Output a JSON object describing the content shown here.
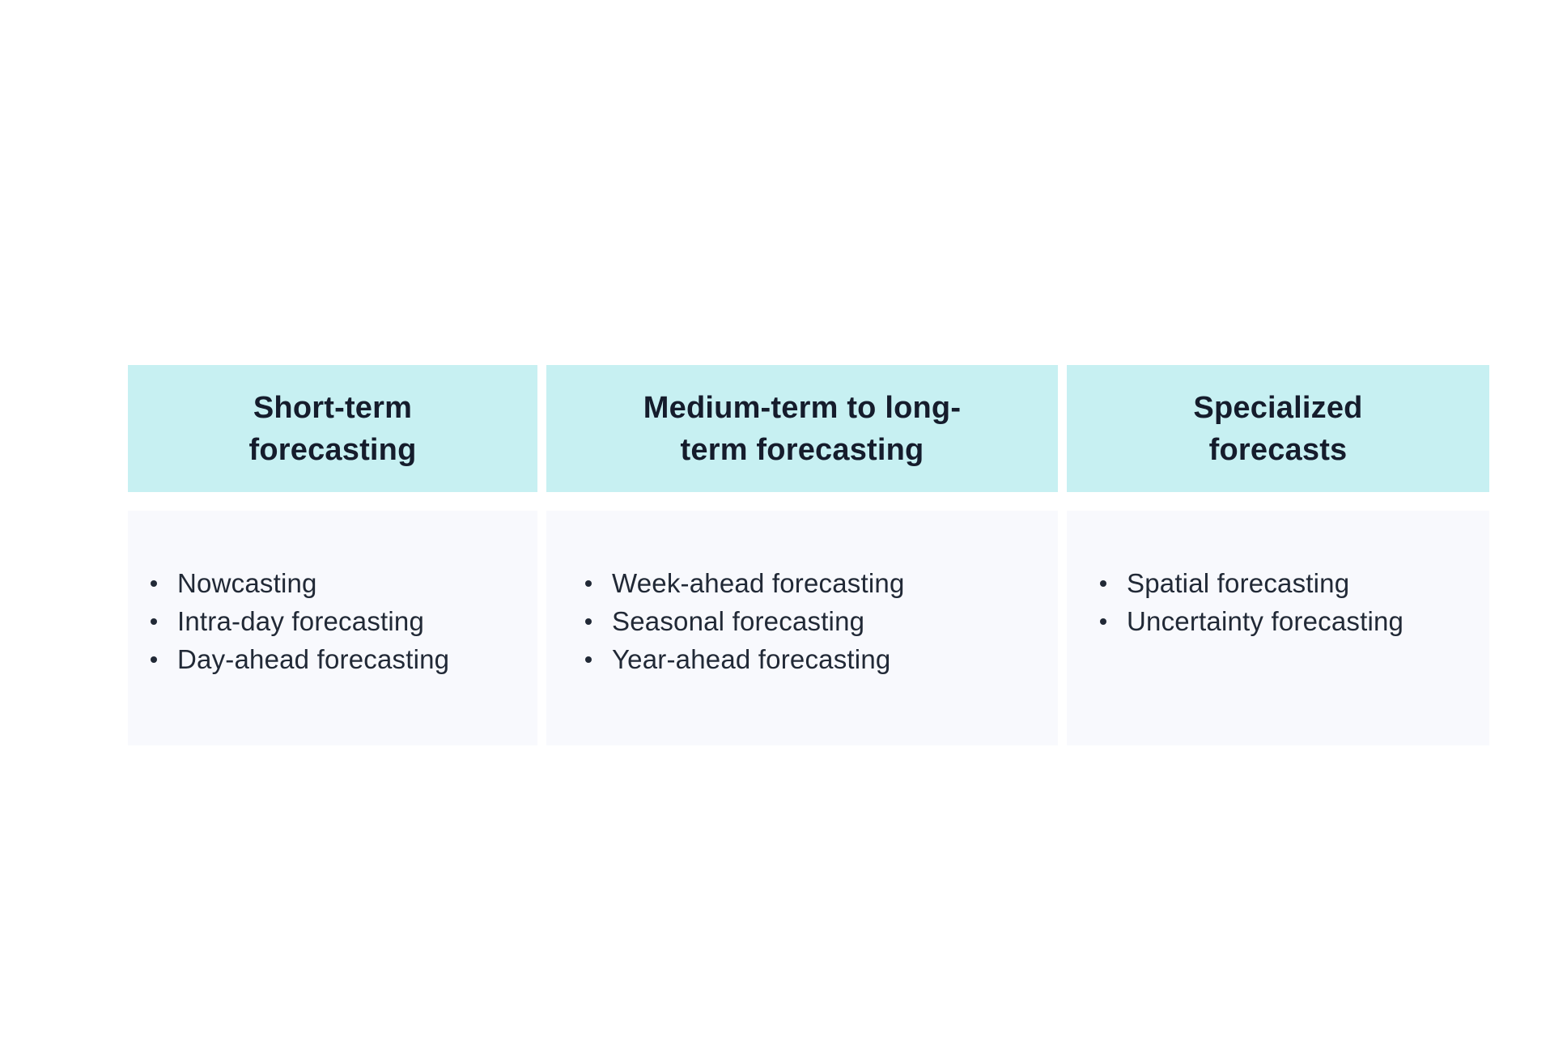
{
  "colors": {
    "header_bg": "#c7f0f2",
    "body_bg": "#f8f9fd",
    "header_text": "#151c2c",
    "body_text": "#212936",
    "canvas_bg": "#ffffff"
  },
  "table": {
    "columns": [
      {
        "title": "Short-term\nforecasting",
        "items": [
          "Nowcasting",
          "Intra-day forecasting",
          "Day-ahead forecasting"
        ]
      },
      {
        "title": "Medium-term to long-\nterm forecasting",
        "items": [
          "Week-ahead forecasting",
          "Seasonal forecasting",
          "Year-ahead forecasting"
        ]
      },
      {
        "title": "Specialized\nforecasts",
        "items": [
          "Spatial forecasting",
          "Uncertainty forecasting"
        ]
      }
    ]
  }
}
